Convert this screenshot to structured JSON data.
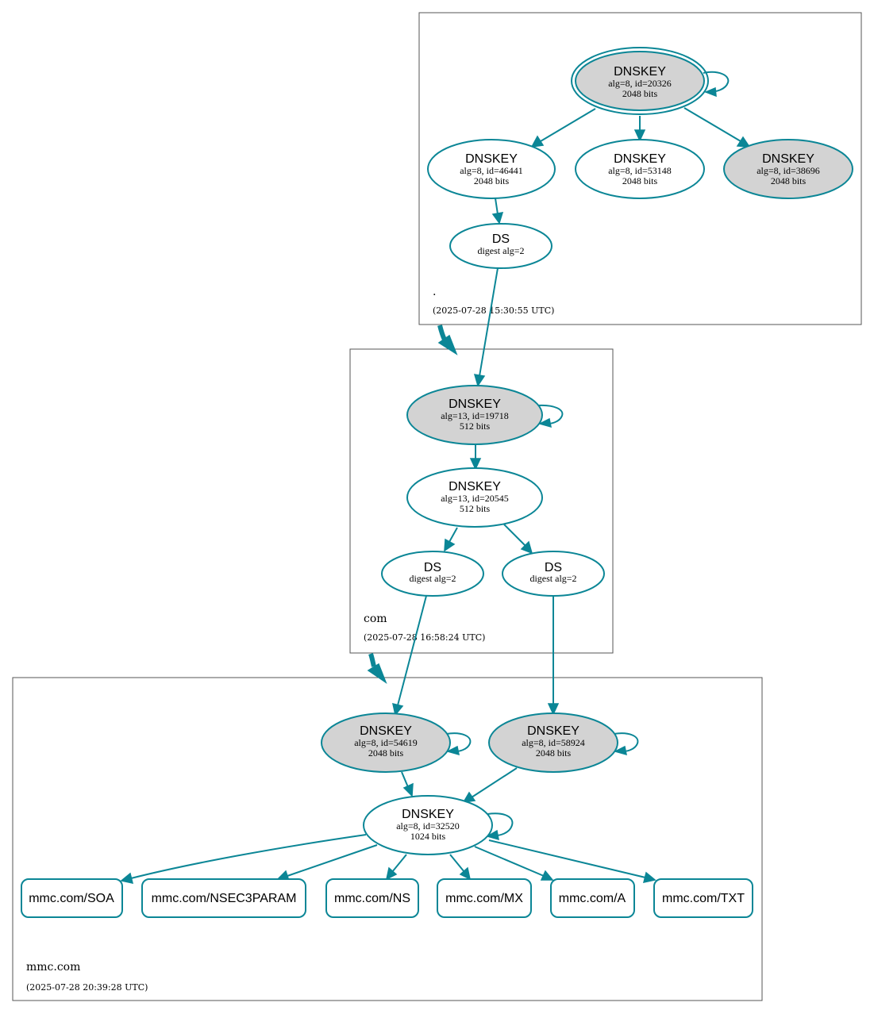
{
  "colors": {
    "edge": "#0b8696",
    "sep_fill": "#d3d3d3",
    "node_fill": "#ffffff",
    "zone_border": "#555555"
  },
  "zones": [
    {
      "id": "root",
      "name": ".",
      "timestamp": "(2025-07-28 15:30:55 UTC)"
    },
    {
      "id": "com",
      "name": "com",
      "timestamp": "(2025-07-28 16:58:24 UTC)"
    },
    {
      "id": "mmc",
      "name": "mmc.com",
      "timestamp": "(2025-07-28 20:39:28 UTC)"
    }
  ],
  "nodes": [
    {
      "id": "root_ksk",
      "type": "DNSKEY",
      "title": "DNSKEY",
      "line1": "alg=8, id=20326",
      "line2": "2048 bits",
      "sep": true,
      "trust_anchor": true
    },
    {
      "id": "root_zsk1",
      "type": "DNSKEY",
      "title": "DNSKEY",
      "line1": "alg=8, id=46441",
      "line2": "2048 bits",
      "sep": false
    },
    {
      "id": "root_zsk2",
      "type": "DNSKEY",
      "title": "DNSKEY",
      "line1": "alg=8, id=53148",
      "line2": "2048 bits",
      "sep": false
    },
    {
      "id": "root_ksk2",
      "type": "DNSKEY",
      "title": "DNSKEY",
      "line1": "alg=8, id=38696",
      "line2": "2048 bits",
      "sep": true
    },
    {
      "id": "root_ds",
      "type": "DS",
      "title": "DS",
      "line1": "digest alg=2"
    },
    {
      "id": "com_ksk",
      "type": "DNSKEY",
      "title": "DNSKEY",
      "line1": "alg=13, id=19718",
      "line2": "512 bits",
      "sep": true
    },
    {
      "id": "com_zsk",
      "type": "DNSKEY",
      "title": "DNSKEY",
      "line1": "alg=13, id=20545",
      "line2": "512 bits",
      "sep": false
    },
    {
      "id": "com_ds1",
      "type": "DS",
      "title": "DS",
      "line1": "digest alg=2"
    },
    {
      "id": "com_ds2",
      "type": "DS",
      "title": "DS",
      "line1": "digest alg=2"
    },
    {
      "id": "mmc_ksk1",
      "type": "DNSKEY",
      "title": "DNSKEY",
      "line1": "alg=8, id=54619",
      "line2": "2048 bits",
      "sep": true
    },
    {
      "id": "mmc_ksk2",
      "type": "DNSKEY",
      "title": "DNSKEY",
      "line1": "alg=8, id=58924",
      "line2": "2048 bits",
      "sep": true
    },
    {
      "id": "mmc_zsk",
      "type": "DNSKEY",
      "title": "DNSKEY",
      "line1": "alg=8, id=32520",
      "line2": "1024 bits",
      "sep": false
    },
    {
      "id": "rr_soa",
      "type": "RRset",
      "title": "mmc.com/SOA"
    },
    {
      "id": "rr_nsec3param",
      "type": "RRset",
      "title": "mmc.com/NSEC3PARAM"
    },
    {
      "id": "rr_ns",
      "type": "RRset",
      "title": "mmc.com/NS"
    },
    {
      "id": "rr_mx",
      "type": "RRset",
      "title": "mmc.com/MX"
    },
    {
      "id": "rr_a",
      "type": "RRset",
      "title": "mmc.com/A"
    },
    {
      "id": "rr_txt",
      "type": "RRset",
      "title": "mmc.com/TXT"
    }
  ],
  "edges": [
    {
      "from": "root_ksk",
      "to": "root_ksk"
    },
    {
      "from": "root_ksk",
      "to": "root_zsk1"
    },
    {
      "from": "root_ksk",
      "to": "root_zsk2"
    },
    {
      "from": "root_ksk",
      "to": "root_ksk2"
    },
    {
      "from": "root_zsk1",
      "to": "root_ds"
    },
    {
      "from": "root_ds",
      "to": "com_ksk"
    },
    {
      "from": "com_ksk",
      "to": "com_ksk"
    },
    {
      "from": "com_ksk",
      "to": "com_zsk"
    },
    {
      "from": "com_zsk",
      "to": "com_ds1"
    },
    {
      "from": "com_zsk",
      "to": "com_ds2"
    },
    {
      "from": "com_ds1",
      "to": "mmc_ksk1"
    },
    {
      "from": "com_ds2",
      "to": "mmc_ksk2"
    },
    {
      "from": "mmc_ksk1",
      "to": "mmc_ksk1"
    },
    {
      "from": "mmc_ksk2",
      "to": "mmc_ksk2"
    },
    {
      "from": "mmc_ksk1",
      "to": "mmc_zsk"
    },
    {
      "from": "mmc_ksk2",
      "to": "mmc_zsk"
    },
    {
      "from": "mmc_zsk",
      "to": "mmc_zsk"
    },
    {
      "from": "mmc_zsk",
      "to": "rr_soa"
    },
    {
      "from": "mmc_zsk",
      "to": "rr_nsec3param"
    },
    {
      "from": "mmc_zsk",
      "to": "rr_ns"
    },
    {
      "from": "mmc_zsk",
      "to": "rr_mx"
    },
    {
      "from": "mmc_zsk",
      "to": "rr_a"
    },
    {
      "from": "mmc_zsk",
      "to": "rr_txt"
    }
  ],
  "delegations": [
    {
      "from": "root",
      "to": "com"
    },
    {
      "from": "com",
      "to": "mmc"
    }
  ]
}
